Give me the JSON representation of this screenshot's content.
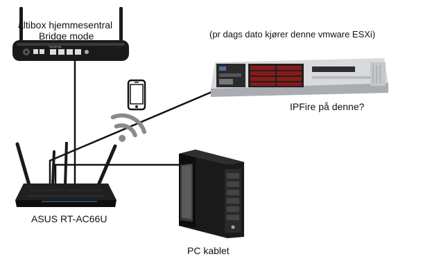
{
  "labels": {
    "isp_brand": "altibox hjemmesentral",
    "isp_mode": "Bridge mode",
    "server_note": "(pr dags dato kjører denne vmware ESXi)",
    "server_question": "IPFire på denne?",
    "router_name": "ASUS RT-AC66U",
    "pc_name": "PC kablet",
    "modem_port_label": "TELEFON"
  },
  "icons": {
    "modem": "modem-icon",
    "server": "rack-server-icon",
    "router": "wifi-router-icon",
    "phone": "smartphone-icon",
    "wifi": "wifi-signal-icon",
    "pc": "pc-tower-icon"
  },
  "colors": {
    "cable": "#111111",
    "device_body": "#1a1a1a",
    "server_body": "#c9ccd0",
    "wifi_signal": "#8a8a8a"
  }
}
